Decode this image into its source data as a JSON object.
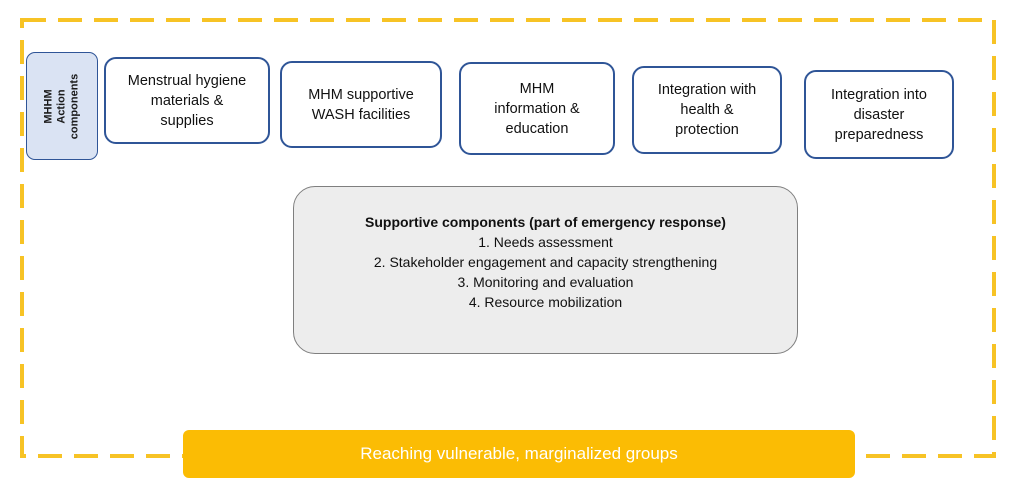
{
  "colors": {
    "frame_dash": "#f7c325",
    "component_border": "#2f5597",
    "side_label_fill": "#dae3f3",
    "support_fill": "#ededed",
    "banner_fill": "#fbbc04"
  },
  "side_label": "MHHM Action\ncomponents",
  "components": [
    {
      "label": "Menstrual hygiene\nmaterials &\nsupplies"
    },
    {
      "label": "MHM supportive\nWASH facilities"
    },
    {
      "label": "MHM\ninformation &\neducation"
    },
    {
      "label": "Integration with\nhealth &\nprotection"
    },
    {
      "label": "Integration into\ndisaster\npreparedness"
    }
  ],
  "supportive": {
    "title": "Supportive components (part of emergency response)",
    "items": [
      "1. Needs assessment",
      "2. Stakeholder engagement and capacity strengthening",
      "3. Monitoring and evaluation",
      "4. Resource mobilization"
    ]
  },
  "banner": "Reaching vulnerable, marginalized groups"
}
